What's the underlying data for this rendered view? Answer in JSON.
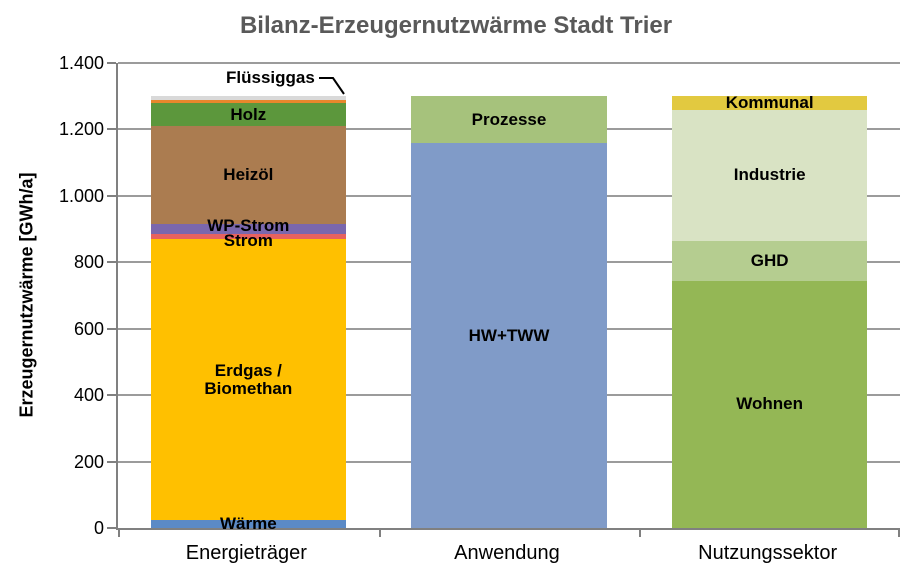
{
  "chart_data": {
    "type": "stacked-bar",
    "title": "Bilanz-Erzeugernutzwärme Stadt Trier",
    "ylabel": "Erzeugernutzwärme [GWh/a]",
    "unit": "GWh/a",
    "ylim": [
      0,
      1400
    ],
    "grid": true,
    "legend": "none",
    "total_per_bar": 1300,
    "yticks": [
      {
        "value": 0,
        "label": "0"
      },
      {
        "value": 200,
        "label": "200"
      },
      {
        "value": 400,
        "label": "400"
      },
      {
        "value": 600,
        "label": "600"
      },
      {
        "value": 800,
        "label": "800"
      },
      {
        "value": 1000,
        "label": "1.000"
      },
      {
        "value": 1200,
        "label": "1.200"
      },
      {
        "value": 1400,
        "label": "1.400"
      }
    ],
    "categories": [
      {
        "label": "Energieträger",
        "segments": [
          {
            "name": "Wärme",
            "label": "Wärme",
            "value": 25,
            "color": "#5b8ac6"
          },
          {
            "name": "Erdgas / Biomethan",
            "label": "Erdgas /\nBiomethan",
            "value": 845,
            "color": "#ffc000"
          },
          {
            "name": "Strom",
            "label": "Strom",
            "value": 15,
            "color": "#e7625f",
            "label_dy": 4
          },
          {
            "name": "WP-Strom",
            "label": "WP-Strom",
            "value": 30,
            "color": "#7a67ad",
            "label_dy": -3
          },
          {
            "name": "Heizöl",
            "label": "Heizöl",
            "value": 295,
            "color": "#ab7c50"
          },
          {
            "name": "Holz",
            "label": "Holz",
            "value": 70,
            "color": "#5c973c"
          },
          {
            "name": "Flüssiggas",
            "label": "",
            "value": 10,
            "color": "#e8872c"
          },
          {
            "name": "unlabeled",
            "label": "",
            "value": 10,
            "color": "#d9d9d9"
          }
        ]
      },
      {
        "label": "Anwendung",
        "segments": [
          {
            "name": "HW+TWW",
            "label": "HW+TWW",
            "value": 1160,
            "color": "#809bc8"
          },
          {
            "name": "Prozesse",
            "label": "Prozesse",
            "value": 140,
            "color": "#a6c27c"
          }
        ]
      },
      {
        "label": "Nutzungssektor",
        "segments": [
          {
            "name": "Wohnen",
            "label": "Wohnen",
            "value": 745,
            "color": "#94b755"
          },
          {
            "name": "GHD",
            "label": "GHD",
            "value": 120,
            "color": "#b5cd90"
          },
          {
            "name": "Industrie",
            "label": "Industrie",
            "value": 395,
            "color": "#d9e3c4"
          },
          {
            "name": "Kommunal",
            "label": "Kommunal",
            "value": 40,
            "color": "#e2c940"
          }
        ]
      }
    ],
    "callout": {
      "label": "Flüssiggas",
      "category": "Energieträger",
      "segment": "Flüssiggas"
    }
  },
  "colors": {
    "title_text": "#595959",
    "gridline": "#9b9b9b",
    "axis": "#808080",
    "label_text": "#000000",
    "background": "#ffffff"
  }
}
